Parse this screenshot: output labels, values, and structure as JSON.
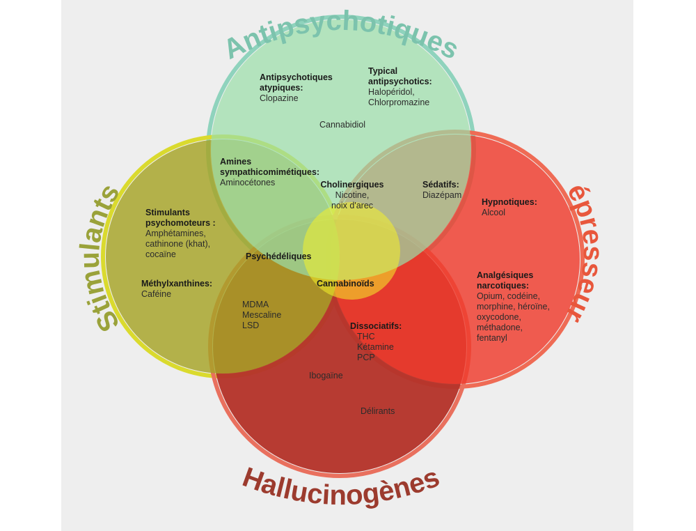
{
  "titles": {
    "top": "Antipsychotiques",
    "left": "Stimulants",
    "right": "Dépresseurs",
    "bottom": "Hallucinogènes"
  },
  "colors": {
    "antipsychotiques": "#7fcdb5",
    "stimulants": "#9a9a2a",
    "depresseurs": "#ef4a3a",
    "hallucinogenes": "#b5352b",
    "title_top": "#7cc3ad",
    "title_left": "#9aa23a",
    "title_right": "#e8573c",
    "title_bottom": "#9c3b2e"
  },
  "labels": {
    "atypiques_h": "Antipsychotiques\natypiques:",
    "atypiques_t": "Clopazine",
    "typical_h": "Typical\nantipsychotics:",
    "typical_t": "Halopéridol,\nChlorpromazine",
    "cannabidiol": "Cannabidiol",
    "amines_h": "Amines\nsympathicomimétiques:",
    "amines_t": "Aminocétones",
    "cholin_h": "Cholinergiques",
    "cholin_t": "Nicotine,\nnoix d'arec",
    "sedatifs_h": "Sédatifs:",
    "sedatifs_t": "Diazépam",
    "hypno_h": "Hypnotiques:",
    "hypno_t": "Alcool",
    "stim_h": "Stimulants\npsychomoteurs :",
    "stim_t": "Amphétamines,\ncathinone (khat),\ncocaïne",
    "psyche_h": "Psychédéliques",
    "cannabinoids_h": "Cannabinoïds",
    "methyl_h": "Méthylxanthines:",
    "methyl_t": "Caféine",
    "analg_h": "Analgésiques\nnarcotiques:",
    "analg_t": "Opium, codéine,\nmorphine, héroïne,\noxycodone,\nméthadone,\nfentanyl",
    "mdma_t": "MDMA\nMescaline\nLSD",
    "dissoc_h": "Dissociatifs:",
    "dissoc_t": "THC\nKétamine\nPCP",
    "ibogaine": "Ibogaïne",
    "delirants": "Délirants"
  }
}
